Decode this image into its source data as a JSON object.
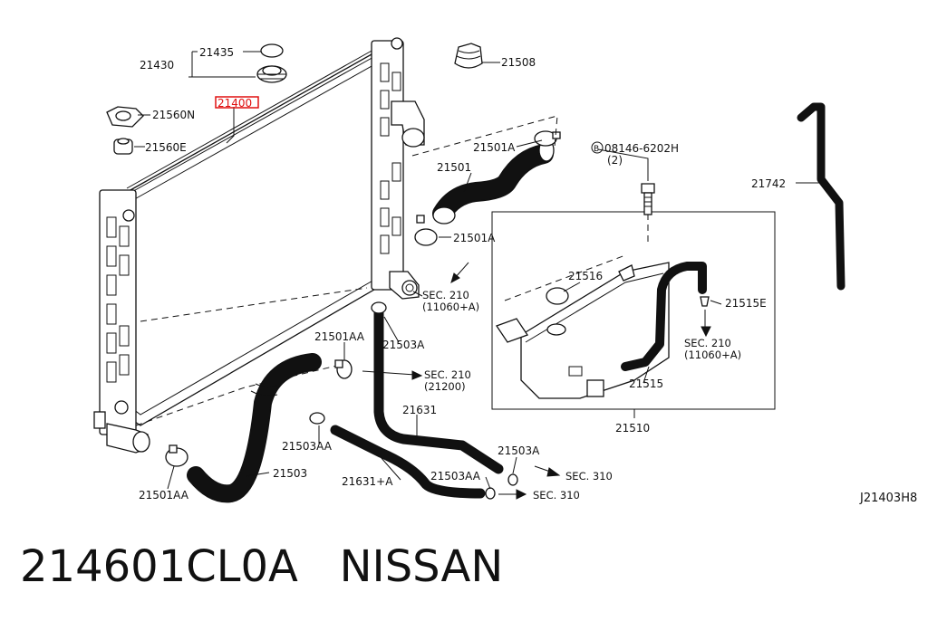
{
  "labels": {
    "p21435": "21435",
    "p21430": "21430",
    "p21400": "21400",
    "p21560N": "21560N",
    "p21560E": "21560E",
    "p21508": "21508",
    "p21501A_top": "21501A",
    "p21501": "21501",
    "p21501A_mid": "21501A",
    "bolt": "08146-6202H",
    "bolt_qty": "(2)",
    "bolt_marker": "B",
    "p21742": "21742",
    "p21516": "21516",
    "p21515E": "21515E",
    "sec210_a1": "SEC. 210",
    "sec210_a2": "(11060+A)",
    "sec210_b1": "SEC. 210",
    "sec210_b2": "(11060+A)",
    "sec210_c1": "SEC. 210",
    "sec210_c2": "(21200)",
    "p21501AA_a": "21501AA",
    "p21503A_a": "21503A",
    "p21515": "21515",
    "p21510": "21510",
    "p21631": "21631",
    "p21503AA_a": "21503AA",
    "p21503": "21503",
    "p21631A": "21631+A",
    "p21503AA_b": "21503AA",
    "p21503A_b": "21503A",
    "sec310_a": "SEC. 310",
    "sec310_b": "SEC. 310",
    "p21501AA_b": "21501AA"
  },
  "diagram_code": "J21403H8",
  "caption": "214601CL0A   NISSAN",
  "colors": {
    "highlight": "#e01010",
    "ink": "#111111"
  }
}
